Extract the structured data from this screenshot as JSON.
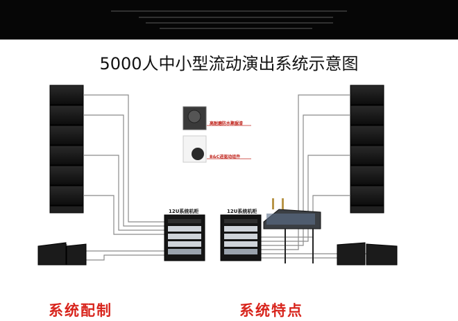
{
  "title": "5000人中小型流动演出系统示意图",
  "racks": {
    "left_label": "12U系统机柜",
    "right_label": "12U系统机柜"
  },
  "features": {
    "waterproof": "高耐磨防水聚脲漆",
    "driver": "B&C进驱动组件"
  },
  "bottom": {
    "left": "系统配制",
    "right": "系统特点"
  },
  "colors": {
    "accent_red": "#d8241c",
    "cable": "#8a8a8a",
    "cabinet": "#151515",
    "header": "#060606"
  }
}
